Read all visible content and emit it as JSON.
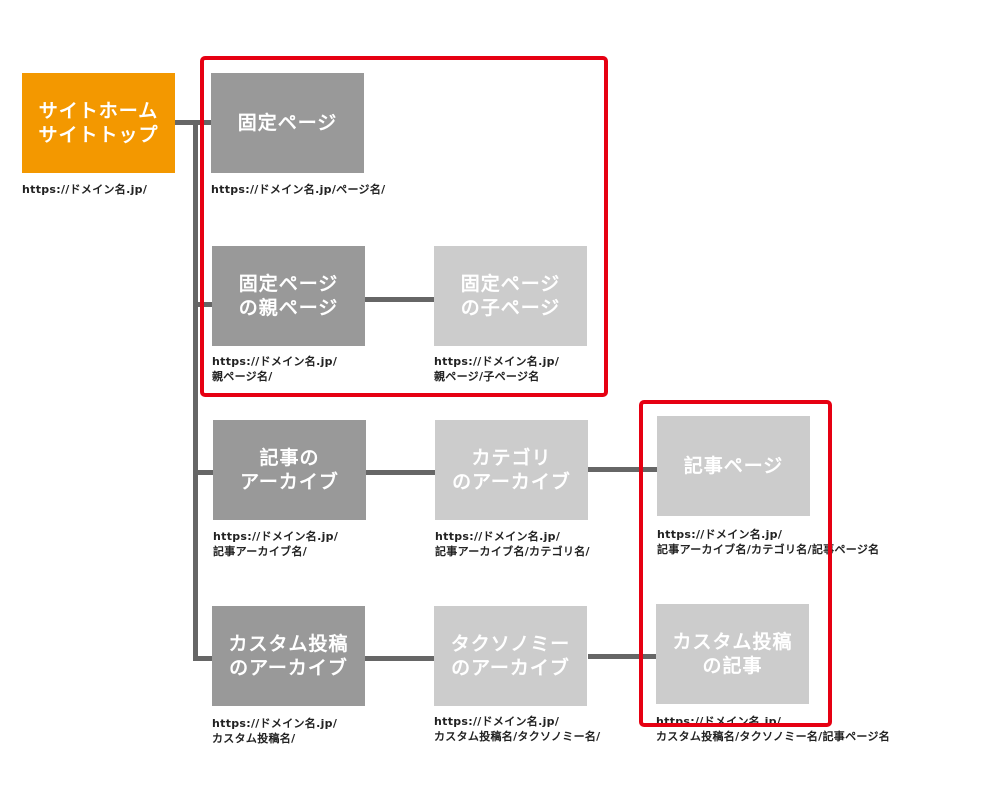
{
  "colors": {
    "home": "#f39800",
    "dark": "#999999",
    "light": "#cccccc",
    "line": "#666666",
    "highlight": "#e60012"
  },
  "nodes": {
    "home": {
      "lines": [
        "サイトホーム",
        "サイトトップ"
      ],
      "url": [
        "https://ドメイン名.jp/"
      ]
    },
    "fixed_page": {
      "lines": [
        "固定ページ"
      ],
      "url": [
        "https://ドメイン名.jp/ページ名/"
      ]
    },
    "fixed_parent": {
      "lines": [
        "固定ページ",
        "の親ページ"
      ],
      "url": [
        "https://ドメイン名.jp/",
        "親ページ名/"
      ]
    },
    "fixed_child": {
      "lines": [
        "固定ページ",
        "の子ページ"
      ],
      "url": [
        "https://ドメイン名.jp/",
        "親ページ/子ページ名"
      ]
    },
    "post_archive": {
      "lines": [
        "記事の",
        "アーカイブ"
      ],
      "url": [
        "https://ドメイン名.jp/",
        "記事アーカイブ名/"
      ]
    },
    "category_archive": {
      "lines": [
        "カテゴリ",
        "のアーカイブ"
      ],
      "url": [
        "https://ドメイン名.jp/",
        "記事アーカイブ名/カテゴリ名/"
      ]
    },
    "post_page": {
      "lines": [
        "記事ページ"
      ],
      "url": [
        "https://ドメイン名.jp/",
        "記事アーカイブ名/カテゴリ名/記事ページ名"
      ]
    },
    "custom_archive": {
      "lines": [
        "カスタム投稿",
        "のアーカイブ"
      ],
      "url": [
        "https://ドメイン名.jp/",
        "カスタム投稿名/"
      ]
    },
    "taxonomy_archive": {
      "lines": [
        "タクソノミー",
        "のアーカイブ"
      ],
      "url": [
        "https://ドメイン名.jp/",
        "カスタム投稿名/タクソノミー名/"
      ]
    },
    "custom_post": {
      "lines": [
        "カスタム投稿",
        "の記事"
      ],
      "url": [
        "https://ドメイン名.jp/",
        "カスタム投稿名/タクソノミー名/記事ページ名"
      ]
    }
  }
}
